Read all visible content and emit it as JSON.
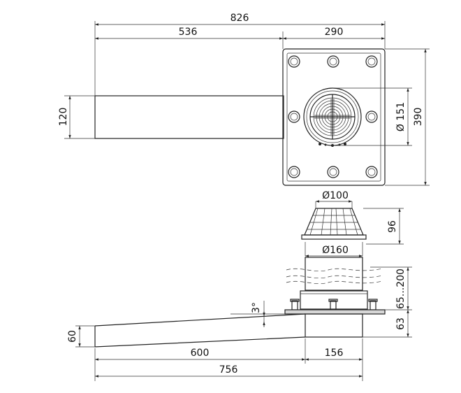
{
  "dimensions": {
    "overall_length_top": "826",
    "pipe_length_top": "536",
    "plate_width": "290",
    "pipe_width": "120",
    "inlet_diameter": "Ø 151",
    "plate_height": "390",
    "grate_top_diameter": "Ø100",
    "grate_height": "96",
    "grate_bottom_diameter": "Ø160",
    "extension_range": "65...200",
    "slope_angle": "3°",
    "body_height": "63",
    "pipe_height": "60",
    "pipe_length_bottom": "600",
    "body_width": "156",
    "overall_length_bottom": "756"
  },
  "colors": {
    "line": "#222222",
    "fill": "#d6d6d6",
    "background": "#ffffff"
  }
}
